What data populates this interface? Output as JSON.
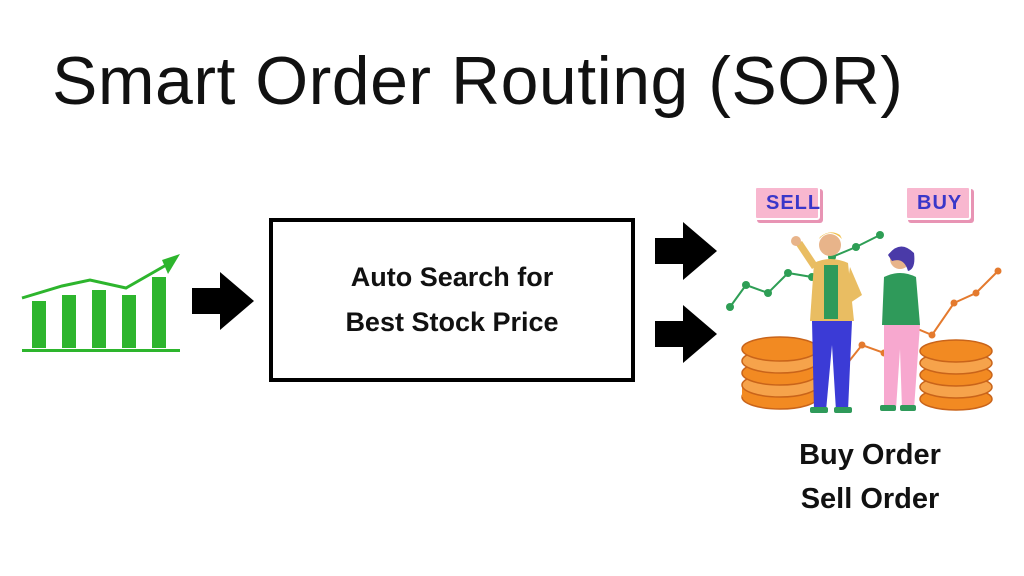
{
  "title": "Smart Order Routing (SOR)",
  "process_box": {
    "line1": "Auto Search for",
    "line2": "Best Stock Price"
  },
  "tags": {
    "sell": "SELL",
    "buy": "BUY"
  },
  "outcomes": {
    "buy_order": "Buy Order",
    "sell_order": "Sell Order"
  },
  "colors": {
    "chart_green": "#2db52d",
    "arrow": "#000000",
    "tag_bg": "#f8b7cf",
    "tag_text": "#3a37c9",
    "coin": "#f28a22",
    "trend_green": "#2e9e55",
    "trend_orange": "#e47a2e"
  },
  "icons": {
    "input": "rising-bar-chart-icon",
    "output": "traders-with-coins-illustration"
  }
}
